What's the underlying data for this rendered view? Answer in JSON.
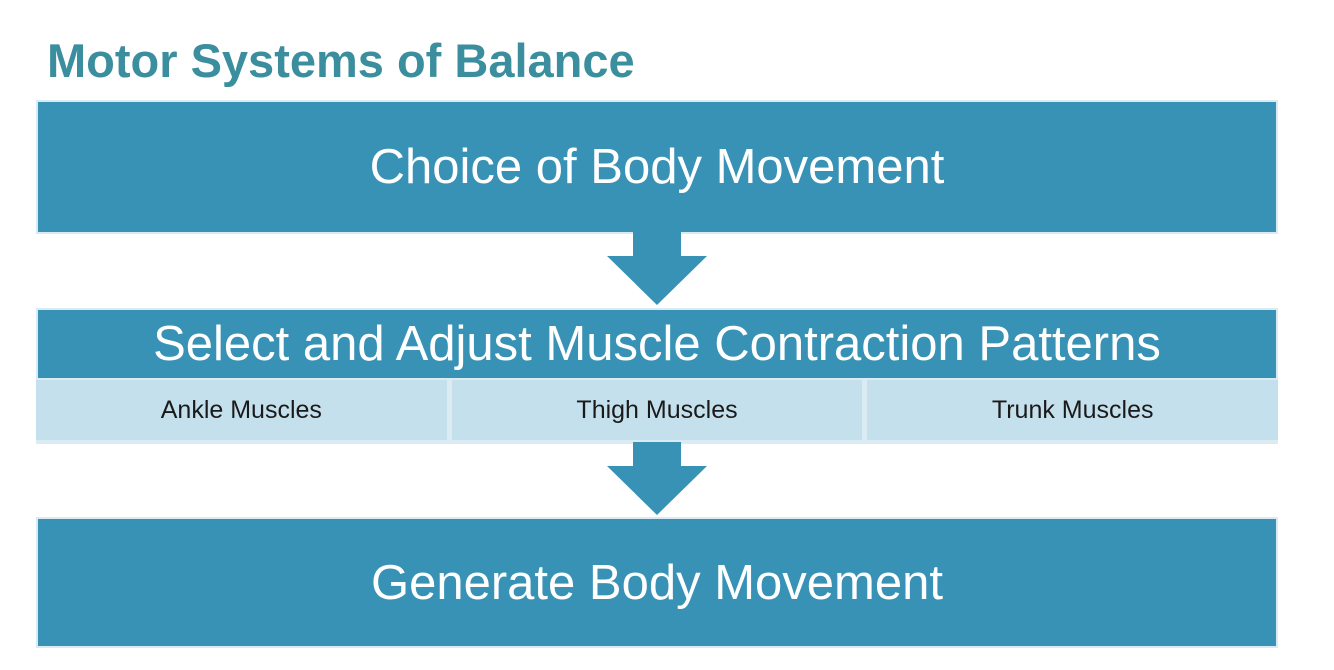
{
  "slide": {
    "title": "Motor Systems of Balance"
  },
  "flow": {
    "step1": {
      "label": "Choice of Body Movement"
    },
    "arrow1": "down-arrow",
    "step2": {
      "label": "Select and Adjust Muscle Contraction Patterns",
      "cells": [
        "Ankle Muscles",
        "Thigh Muscles",
        "Trunk Muscles"
      ]
    },
    "arrow2": "down-arrow",
    "step3": {
      "label": "Generate Body Movement"
    }
  },
  "colors": {
    "teal": "#3792B5",
    "light_cell": "#C5E0ED",
    "row_background": "#DAEBF4",
    "box_edge": "#D9EAF3",
    "title_text": "#3B8E9E",
    "step_text": "#FFFFFF",
    "cell_text": "#1A1A1A"
  }
}
